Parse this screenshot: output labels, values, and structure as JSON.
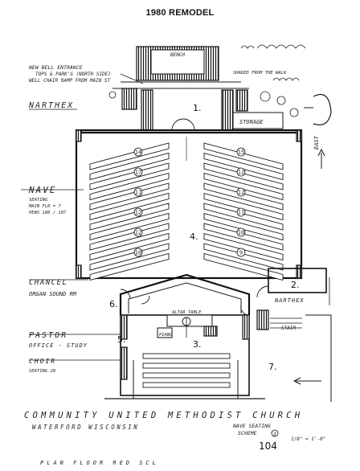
{
  "title": "1980 REMODEL",
  "header_notes": {
    "bench": "BENCH",
    "line1": "NEW BELL ENTRANCE",
    "line2": "TOPS & PARK'G (NORTH SIDE)",
    "line3": "WELL CHAIR RAMP FROM MAIN ST",
    "right": "SHADED FROM THE WALK"
  },
  "rooms": {
    "narthex": "NARTHEX",
    "storage": "STORAGE",
    "east": "EAST",
    "nave": "NAVE",
    "nave_seating": "SEATING",
    "nave_main": "MAIN FLR = 7",
    "nave_pews": "PEWS    180 / 107",
    "chancel": "CHANCEL",
    "organ": "ORGAN SOUND RM",
    "narthex2": "NARTHEX",
    "altar": "ALTAR TABLE",
    "piano": "PIANO",
    "pastor": "PASTOR",
    "office": "OFFICE - STUDY",
    "choir": "CHOIR",
    "choir_seating": "SEATING 20",
    "stair": "STAIR"
  },
  "numbers": {
    "n1": "1.",
    "n2": "2.",
    "n3": "3.",
    "n4": "4.",
    "n5": "5.",
    "n6": "6.",
    "n7": "7."
  },
  "pew_labels": [
    "14",
    "15",
    "17",
    "12",
    "11",
    "12",
    "12",
    "11",
    "12",
    "10",
    "10",
    "9"
  ],
  "footer": {
    "church": "COMMUNITY UNITED METHODIST CHURCH",
    "location": "WATERFORD      WISCONSIN",
    "seating": "NAVE SEATING",
    "scheme": "SCHEME",
    "scheme_no": "3",
    "page": "104",
    "scale": "1/8\" = 1'-0\"",
    "scrawl": "PLAN  FLOOR  RED  SCL"
  }
}
